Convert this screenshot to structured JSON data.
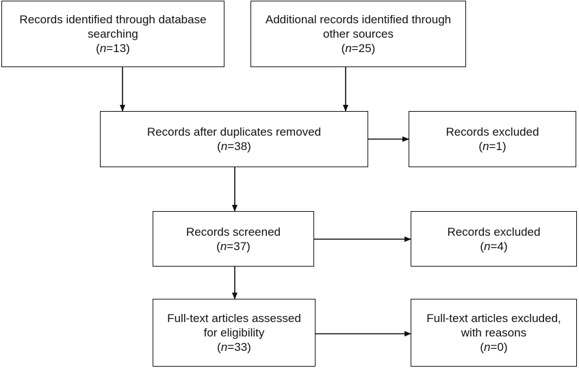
{
  "boxes": {
    "db_search": {
      "label": "Records identified through database searching",
      "n": "13"
    },
    "other_sources": {
      "label": "Additional records identified through other sources",
      "n": "25"
    },
    "dup_removed": {
      "label": "Records after duplicates removed",
      "n": "38"
    },
    "excluded_1": {
      "label": "Records excluded",
      "n": "1"
    },
    "screened": {
      "label": "Records screened",
      "n": "37"
    },
    "excluded_2": {
      "label": "Records excluded",
      "n": "4"
    },
    "fulltext": {
      "label": "Full-text articles assessed for eligibility",
      "n": "33"
    },
    "fulltext_excl": {
      "label": "Full-text articles excluded, with reasons",
      "n": "0"
    }
  },
  "n_prefix": "n",
  "n_eq": "="
}
